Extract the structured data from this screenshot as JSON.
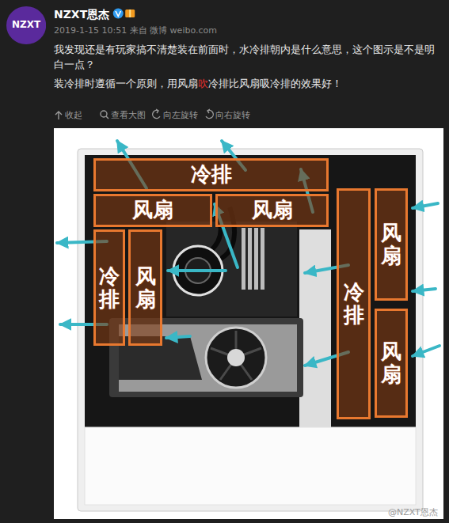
{
  "diagram": {
    "nodes": [
      {
        "text": [
          "NZXT"
        ]
      },
      {
        "text": [
          "冷排"
        ]
      },
      {
        "text": [
          "风扇"
        ]
      },
      {
        "text": [
          "风扇"
        ]
      },
      {
        "text": [
          "冷排"
        ]
      },
      {
        "text": [
          "风扇"
        ]
      },
      {
        "text": [
          "冷排"
        ]
      },
      {
        "text": [
          "风扇"
        ]
      },
      {
        "text": [
          "风扇"
        ]
      }
    ],
    "labels": [
      "NZXT恩杰",
      "2019-1-15 10:51 来自 微博 weibo.com",
      "我发现还是有玩家搞不清楚装在前面时，水冷排朝内是什么意思，这个图示是不是明白一点？",
      "装冷排时遵循一个原则，用风扇",
      "吹",
      "冷排比风扇吸冷排的效果好！",
      "收起",
      "查看大图",
      "向左旋转",
      "向右旋转",
      "@NZXT恩杰"
    ]
  }
}
